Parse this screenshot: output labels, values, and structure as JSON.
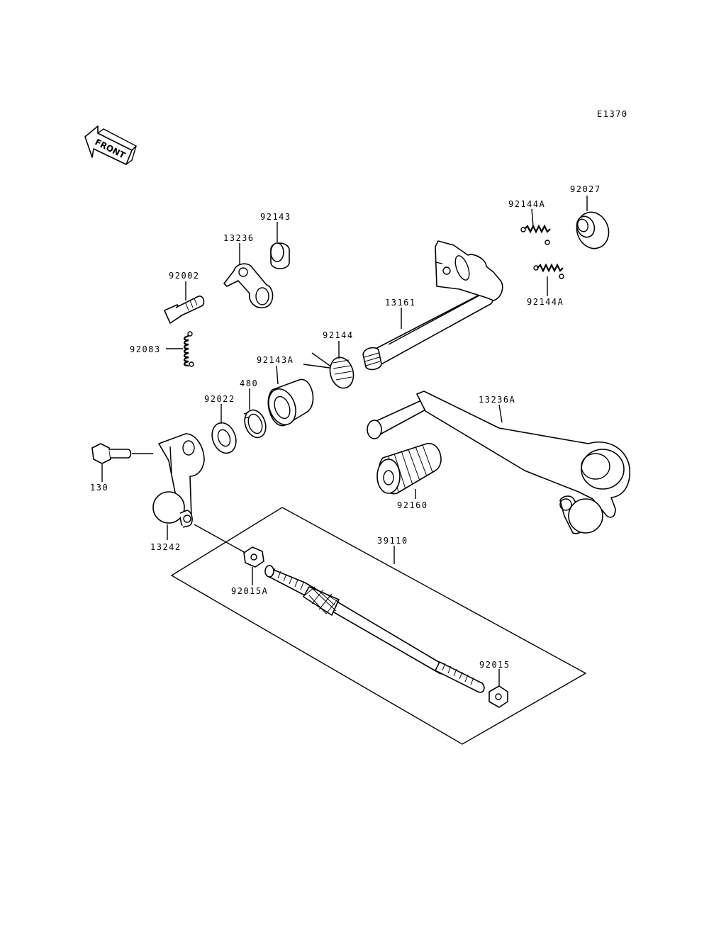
{
  "diagram": {
    "ref": "E1370",
    "front_text": "FRONT",
    "labels": {
      "p92027": "92027",
      "p92144A_top": "92144A",
      "p92144A_bot": "92144A",
      "p92143": "92143",
      "p13236": "13236",
      "p92002": "92002",
      "p13161": "13161",
      "p92083": "92083",
      "p92144": "92144",
      "p92143A": "92143A",
      "p480": "480",
      "p92022": "92022",
      "p13236A": "13236A",
      "p130": "130",
      "p92160": "92160",
      "p13242": "13242",
      "p39110": "39110",
      "p92015A": "92015A",
      "p92015": "92015"
    }
  }
}
